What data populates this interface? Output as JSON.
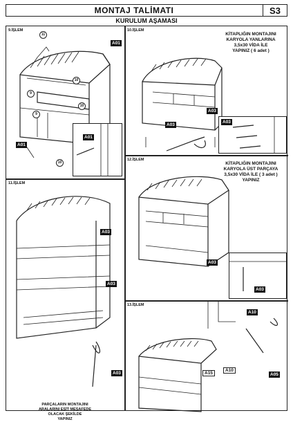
{
  "header": {
    "title": "MONTAJ TALİMATI",
    "code": "S3"
  },
  "section_title": "KURULUM AŞAMASI",
  "panels": {
    "p9": {
      "step": "9.İŞLEM",
      "tag_top": "A01",
      "tag_left": "A01",
      "tag_detail": "A01",
      "num_11": "11",
      "num_10a": "10",
      "num_10b": "10",
      "num_10c": "10",
      "num_9a": "9",
      "num_9b": "9"
    },
    "p10": {
      "step": "10.İŞLEM",
      "note": [
        "KİTAPLIĞIN MONTAJINI",
        "KARYOLA YANLARINA",
        "3,5x30 VİDA İLE",
        "YAPINIZ ( 6 adet )"
      ],
      "tag_a": "A03",
      "tag_b": "A03",
      "tag_detail": "A03"
    },
    "p11": {
      "step": "11.İŞLEM",
      "tag_a": "A03",
      "tag_b": "A03",
      "tag_detail": "A03",
      "note": [
        "PARÇALARIN MONTAJINI",
        "ARALARINI EŞİT MESAFEDE",
        "OLACAK ŞEKİLDE",
        "YAPINIZ"
      ]
    },
    "p12": {
      "step": "12.İŞLEM",
      "note": [
        "KİTAPLIĞIN MONTAJINI",
        "KARYOLA ÜST PARÇAYA",
        "3,5x30 VİDA İLE ( 3 adet )",
        "YAPINIZ"
      ],
      "tag_a": "A03",
      "tag_detail": "A03"
    },
    "p13": {
      "step": "13.İŞLEM",
      "tag_a10": "A10",
      "tag_a10b": "A10",
      "tag_a15": "A15",
      "tag_a05": "A05"
    }
  }
}
